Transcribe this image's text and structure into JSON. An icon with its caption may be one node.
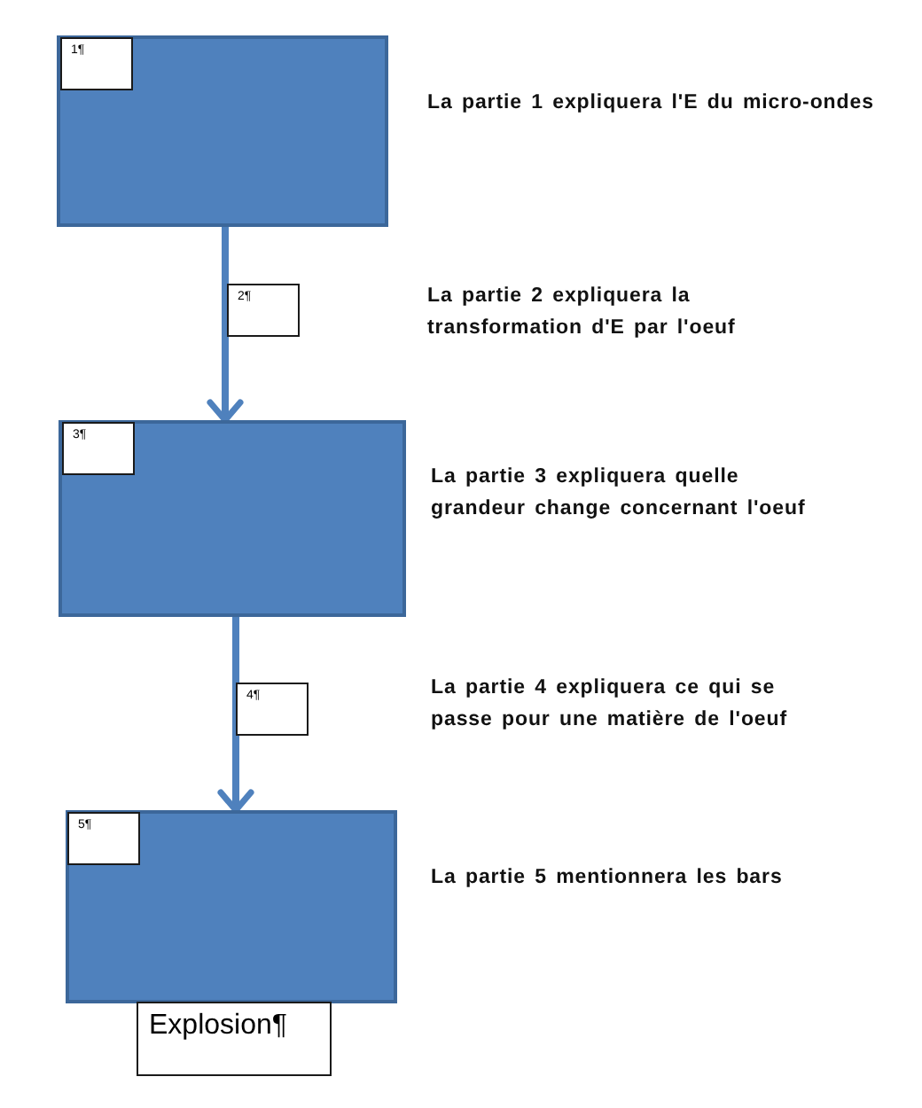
{
  "diagram": {
    "nodes": [
      {
        "text": [],
        "shape": "box"
      },
      {
        "text": [
          "1¶"
        ],
        "in": 0
      },
      {
        "text": [
          "2¶"
        ]
      },
      {
        "text": [],
        "shape": "box"
      },
      {
        "text": [
          "3¶"
        ],
        "in": 3
      },
      {
        "text": [
          "4¶"
        ]
      },
      {
        "text": [],
        "shape": "box"
      },
      {
        "text": [
          "5¶"
        ],
        "in": 6
      },
      {
        "text": [
          "Explosion¶"
        ]
      }
    ],
    "edges": [
      {
        "from": 0,
        "to": 3,
        "arrow": "to"
      },
      {
        "from": 3,
        "to": 6,
        "arrow": "to"
      }
    ],
    "labels": [
      "La partie 1 expliquera l'E du micro-ondes",
      "La partie 2 expliquera la transformation d'E par l'oeuf",
      "La partie 3 expliquera quelle grandeur change concernant l'oeuf",
      "La partie 4 expliquera ce qui se passe pour une matière de l'oeuf",
      "La partie 5 mentionnera les bars"
    ]
  }
}
